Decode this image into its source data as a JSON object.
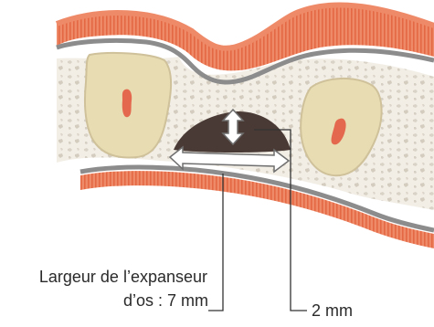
{
  "labels": {
    "width_line1": "Largeur de l’expanseur",
    "width_line2": "d’os : 7 mm",
    "height": "2 mm"
  },
  "colors": {
    "gingiva": "#ef8a68",
    "gingiva_line": "#e46843",
    "periosteum": "#8c8c8c",
    "bone": "#f2eee6",
    "bone_dots": "#cfc8bd",
    "root": "#e7dcb2",
    "root_outline": "#cfc19a",
    "pulp": "#e4684e",
    "expander": "#4a3a36",
    "arrow_fill": "#ffffff",
    "arrow_stroke": "#6f6f6f",
    "leader_line": "#333333"
  },
  "icons": [
    "double-arrow-horizontal",
    "double-arrow-vertical"
  ]
}
